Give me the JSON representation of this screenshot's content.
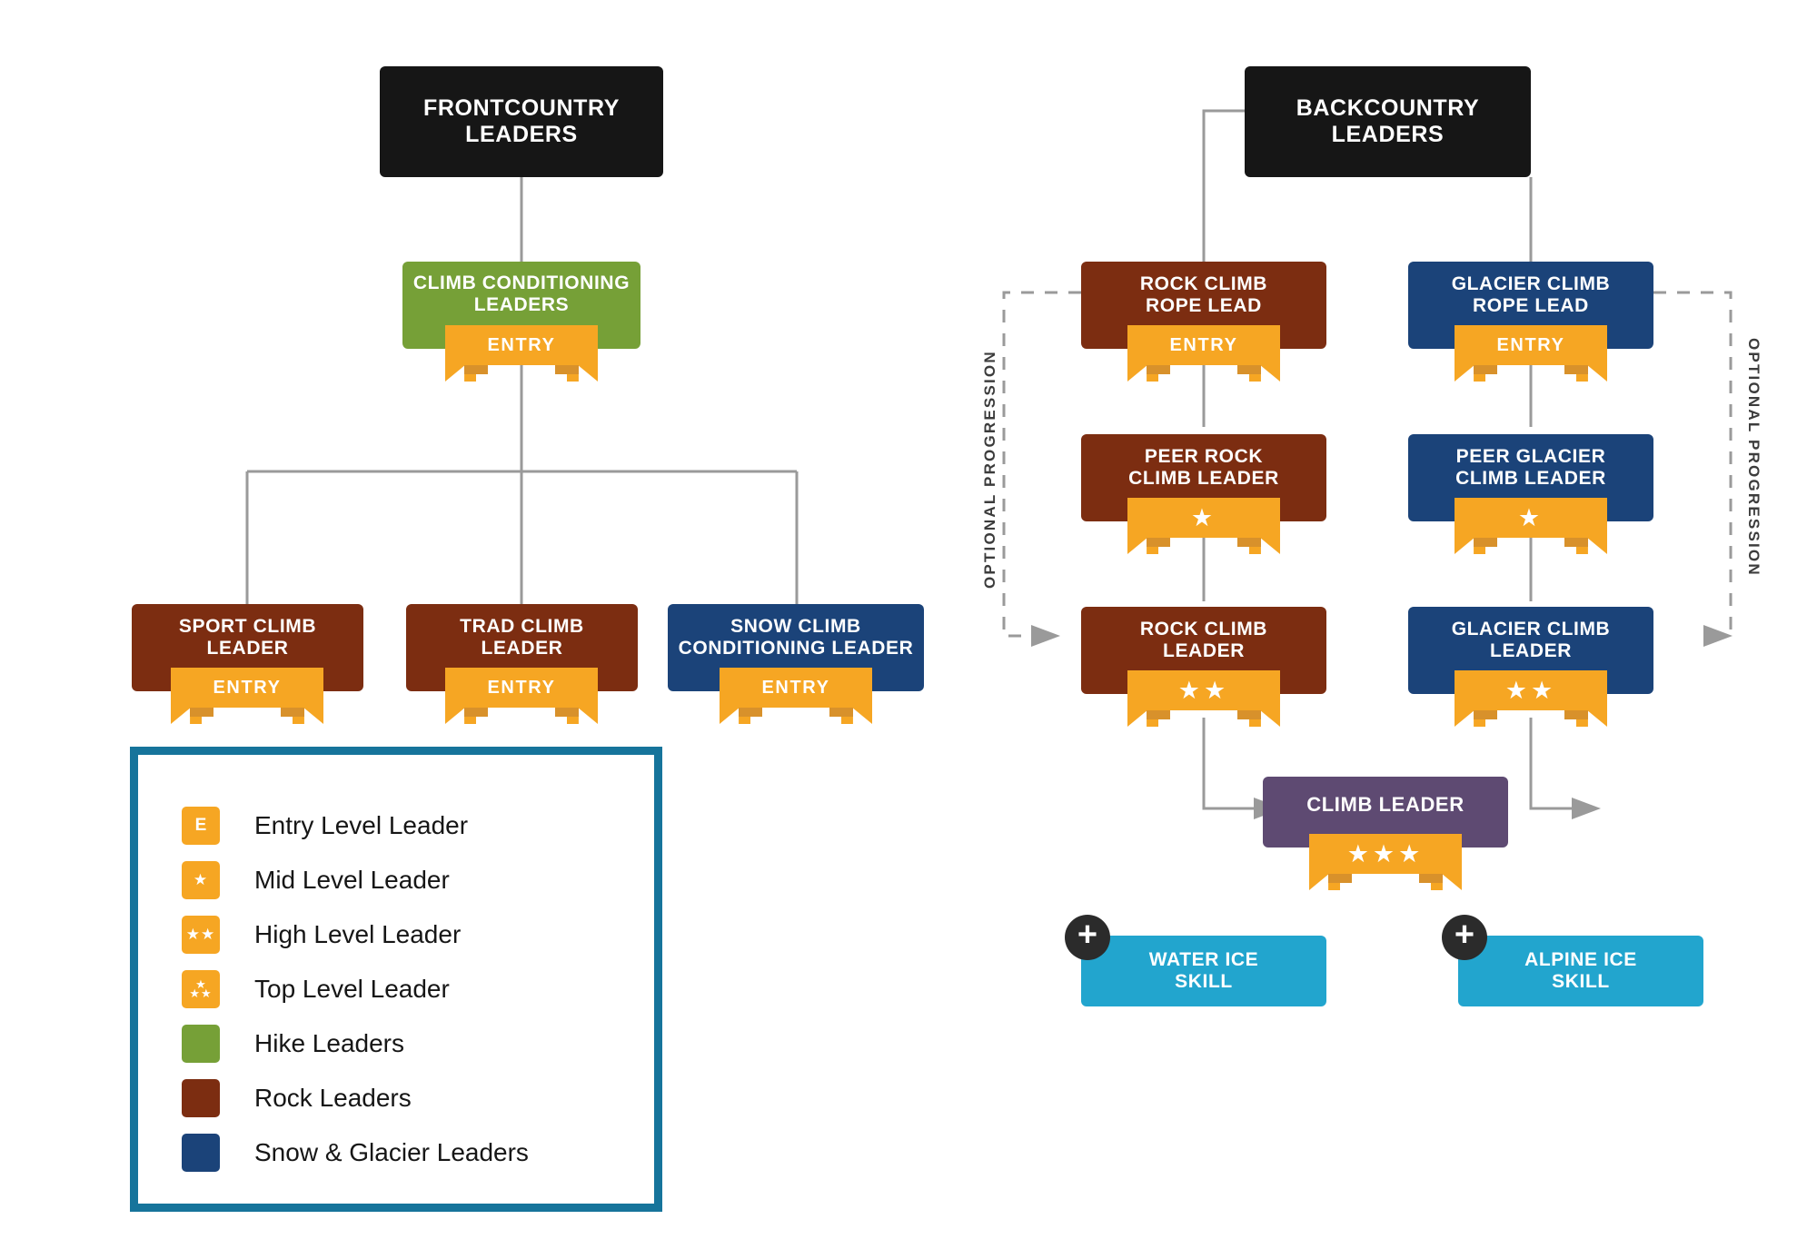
{
  "diagram": {
    "title_left": "FRONTCOUNTRY LEADERS",
    "title_right": "BACKCOUNTRY LEADERS"
  },
  "colors": {
    "black": "#161616",
    "hike_green": "#76A037",
    "rock_brown": "#7C2D11",
    "snow_blue": "#1B4379",
    "climb_purple": "#5E4A72",
    "ice_cyan": "#22A5CE",
    "ribbon_amber": "#F6A623",
    "ribbon_fold": "#D8912B",
    "legend_border": "#16749B",
    "connector_gray": "#9A9A9A"
  },
  "frontcountry": {
    "root": {
      "label": "FRONTCOUNTRY\nLEADERS"
    },
    "conditioning": {
      "label": "CLIMB CONDITIONING\nLEADERS",
      "ribbon": "ENTRY"
    },
    "children": [
      {
        "label": "SPORT CLIMB\nLEADER",
        "ribbon": "ENTRY",
        "color": "rock"
      },
      {
        "label": "TRAD CLIMB\nLEADER",
        "ribbon": "ENTRY",
        "color": "rock"
      },
      {
        "label": "SNOW CLIMB\nCONDITIONING LEADER",
        "ribbon": "ENTRY",
        "color": "snow"
      }
    ]
  },
  "backcountry": {
    "root": {
      "label": "BACKCOUNTRY\nLEADERS"
    },
    "rock_column": {
      "progression_label": "OPTIONAL PROGRESSION",
      "steps": [
        {
          "label": "ROCK CLIMB\nROPE LEAD",
          "ribbon": "ENTRY",
          "stars": 0
        },
        {
          "label": "PEER ROCK\nCLIMB LEADER",
          "ribbon": "",
          "stars": 1
        },
        {
          "label": "ROCK CLIMB\nLEADER",
          "ribbon": "",
          "stars": 2
        }
      ]
    },
    "glacier_column": {
      "progression_label": "OPTIONAL PROGRESSION",
      "steps": [
        {
          "label": "GLACIER CLIMB\nROPE LEAD",
          "ribbon": "ENTRY",
          "stars": 0
        },
        {
          "label": "PEER GLACIER\nCLIMB LEADER",
          "ribbon": "",
          "stars": 1
        },
        {
          "label": "GLACIER CLIMB\nLEADER",
          "ribbon": "",
          "stars": 2
        }
      ]
    },
    "climb_leader": {
      "label": "CLIMB LEADER",
      "stars": 3
    },
    "skills": [
      {
        "label": "WATER ICE\nSKILL",
        "badge": "+"
      },
      {
        "label": "ALPINE ICE\nSKILL",
        "badge": "+"
      }
    ]
  },
  "legend": {
    "items": [
      {
        "swatch": "amber",
        "glyph": "E",
        "label": "Entry Level Leader"
      },
      {
        "swatch": "amber",
        "glyph": "★",
        "label": "Mid Level Leader"
      },
      {
        "swatch": "amber",
        "glyph": "★★",
        "label": "High Level Leader"
      },
      {
        "swatch": "amber",
        "glyph": "★★★",
        "label": "Top Level Leader"
      },
      {
        "swatch": "green",
        "glyph": "",
        "label": "Hike Leaders"
      },
      {
        "swatch": "rock",
        "glyph": "",
        "label": "Rock Leaders"
      },
      {
        "swatch": "snow",
        "glyph": "",
        "label": "Snow & Glacier Leaders"
      }
    ]
  }
}
